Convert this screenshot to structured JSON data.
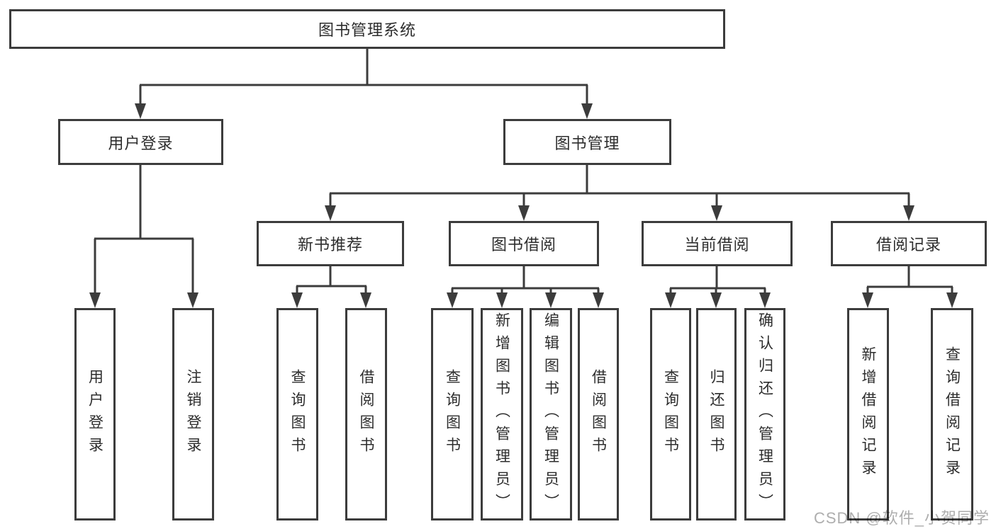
{
  "diagram": {
    "title": "图书管理系统",
    "type": "hierarchy-tree",
    "colors": {
      "line": "#3c3c3c",
      "text": "#2d2d2d",
      "box_background": "#ffffff",
      "watermark": "#aeaeae"
    }
  },
  "nodes": {
    "root": "图书管理系统",
    "login": "用户登录",
    "manage": "图书管理",
    "recommend": "新书推荐",
    "borrow": "图书借阅",
    "current": "当前借阅",
    "records": "借阅记录",
    "login_children": [
      "用户登录",
      "注销登录"
    ],
    "recommend_children": [
      "查询图书",
      "借阅图书"
    ],
    "borrow_children": [
      "查询图书",
      "新增图书（管理员）",
      "编辑图书（管理员）",
      "借阅图书"
    ],
    "current_children": [
      "查询图书",
      "归还图书",
      "确认归还（管理员）"
    ],
    "records_children": [
      "新增借阅记录",
      "查询借阅记录"
    ]
  },
  "watermark": "CSDN @软件_小贺同学"
}
